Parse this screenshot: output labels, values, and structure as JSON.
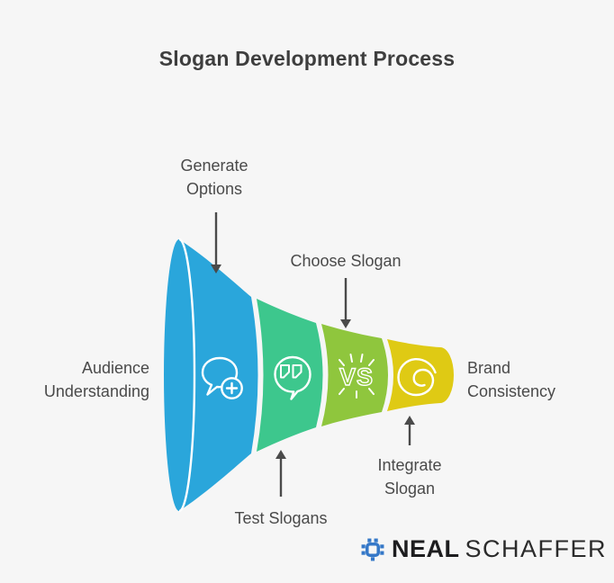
{
  "page": {
    "title": "Slogan Development Process",
    "background_color": "#f6f6f6",
    "title_color": "#3e3e3e",
    "label_color": "#4a4a4a"
  },
  "funnel": {
    "arrow_color": "#4a4a4a",
    "labels": {
      "audience": "Audience\nUnderstanding",
      "generate": "Generate\nOptions",
      "choose": "Choose Slogan",
      "test": "Test Slogans",
      "integrate": "Integrate\nSlogan",
      "brand": "Brand\nConsistency"
    },
    "segments": [
      {
        "name": "segment-1",
        "stage": "Audience Understanding / Generate Options",
        "color": "#2aa6db",
        "icon": "add-comment-icon"
      },
      {
        "name": "segment-2",
        "stage": "Test Slogans",
        "color": "#3dc78d",
        "icon": "quote-bubble-icon"
      },
      {
        "name": "segment-3",
        "stage": "Choose Slogan",
        "color": "#8fc63d",
        "icon": "vs-burst-icon",
        "icon_text": "VS"
      },
      {
        "name": "segment-4",
        "stage": "Integrate Slogan / Brand Consistency",
        "color": "#dfca14",
        "icon": "threads-spiral-icon"
      }
    ]
  },
  "logo": {
    "first": "NEAL",
    "second": "SCHAFFER",
    "icon": "chip-icon",
    "icon_color": "#3578c8"
  }
}
